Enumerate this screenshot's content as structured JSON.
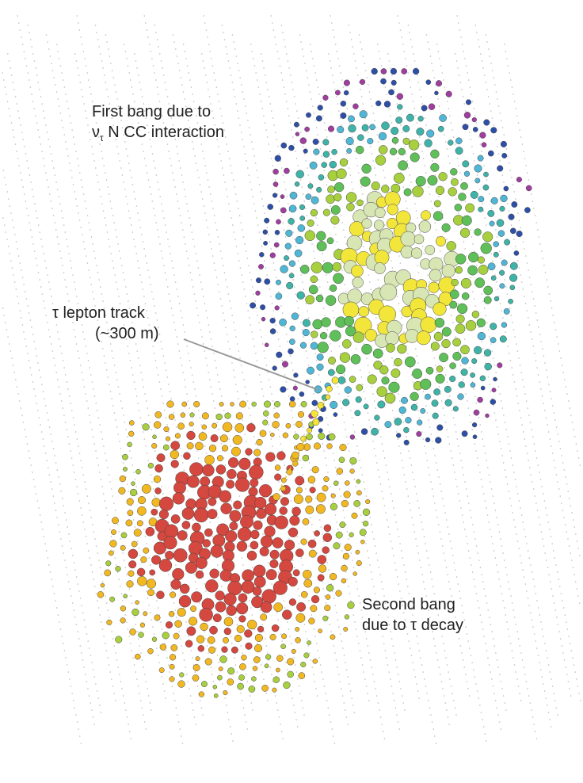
{
  "annotations": {
    "first_bang": {
      "line1": "First bang due to",
      "nu": "ν",
      "nu_sub": "τ",
      "line2_rest": " N CC interaction"
    },
    "tau_track": {
      "tau": "τ",
      "line1_rest": " lepton track",
      "line2": "(~300 m)"
    },
    "second_bang": {
      "line1": "Second bang",
      "line2_pre": "due to ",
      "tau": "τ",
      "line2_post": " decay"
    }
  },
  "colors": {
    "background": "#ffffff",
    "grid_dot": "#b9b9b9",
    "early_hits": [
      "#d4483f",
      "#f2b822",
      "#f2e63b",
      "#a7cf3e",
      "#d8e6b4",
      "#5fbf58",
      "#3fb3a8",
      "#4fb6d6",
      "#2e4fa8",
      "#a03ea0"
    ],
    "annotation_line": "#999999"
  },
  "icons": [
    "detector-grid",
    "hit-marker"
  ]
}
